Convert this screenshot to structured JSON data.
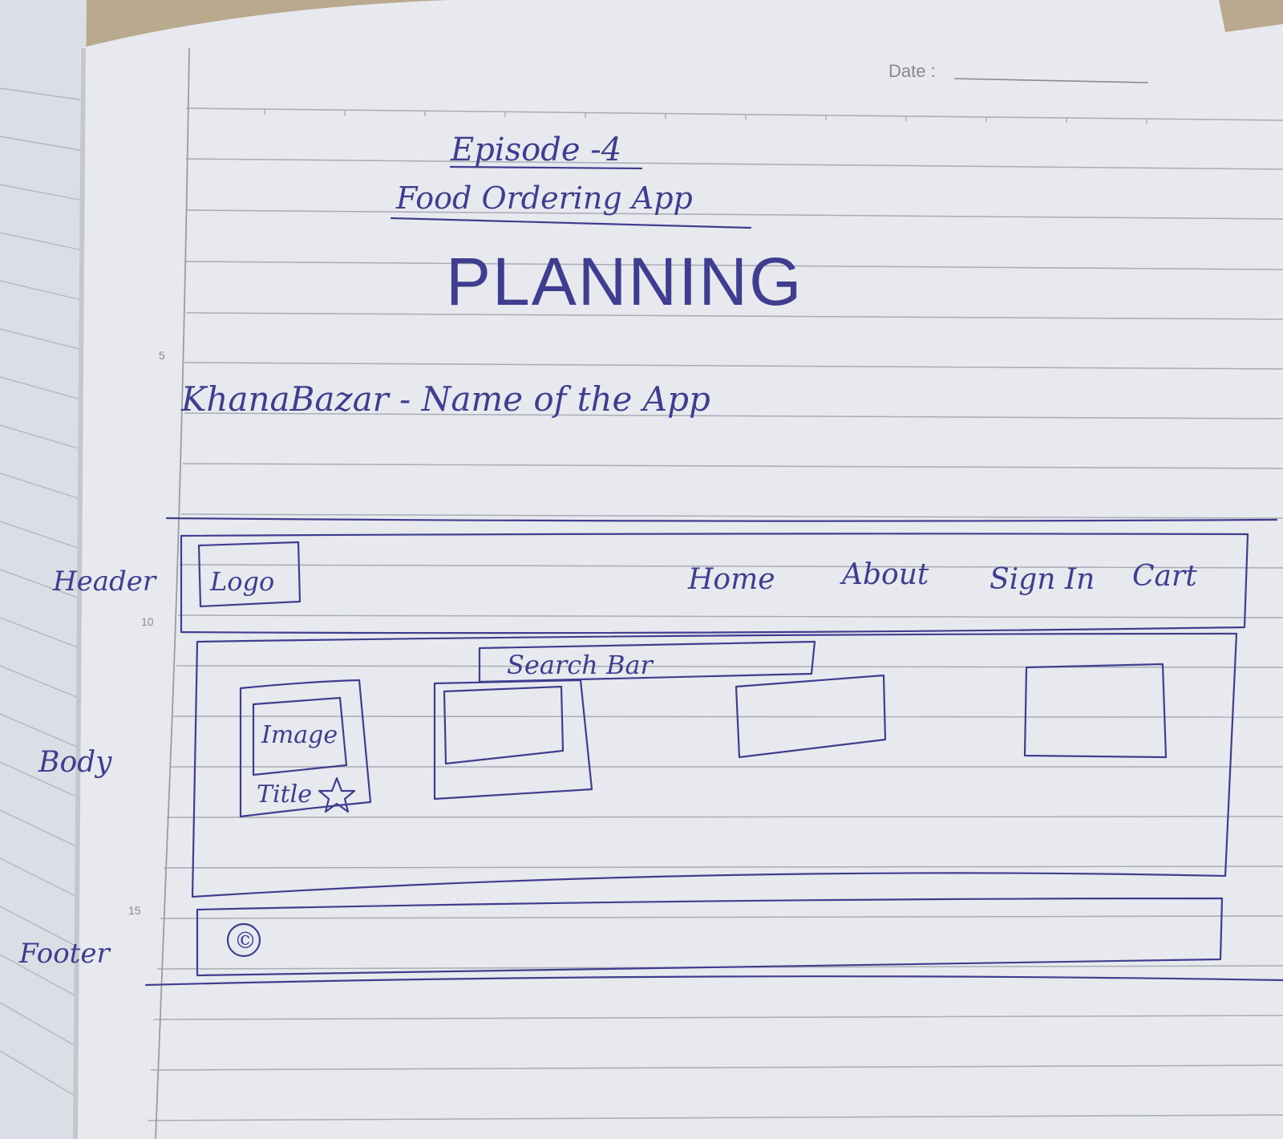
{
  "page": {
    "date_label": "Date :",
    "line_numbers": [
      "5",
      "10",
      "15"
    ]
  },
  "heading": {
    "episode": "Episode -4",
    "subtitle": "Food Ordering App",
    "planning": "PLANNING"
  },
  "app_name_line": "KhanaBazar - Name of the App",
  "sketch": {
    "header_label": "Header",
    "body_label": "Body",
    "footer_label": "Footer",
    "logo": "Logo",
    "nav_items": [
      "Home",
      "About",
      "Sign In",
      "Cart"
    ],
    "search_bar": "Search Bar",
    "card_image": "Image",
    "card_title": "Title",
    "star_icon": "star-icon",
    "copyright_symbol": "©"
  },
  "colors": {
    "ink": "#3f3d8f",
    "paper": "#e8e9ee",
    "rule_line": "#a9abb5",
    "margin_line": "#9a9ca5",
    "table": "#b9aa8f"
  }
}
